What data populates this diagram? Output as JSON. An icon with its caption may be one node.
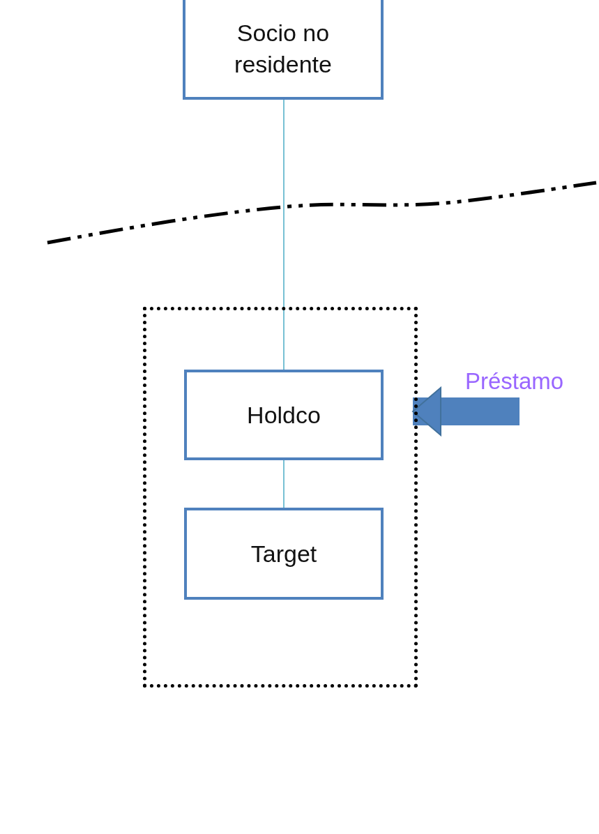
{
  "diagram": {
    "nodes": [
      {
        "text": [
          "Socio no residente"
        ]
      },
      {
        "text": [],
        "shape": "box"
      },
      {
        "text": [
          "Holdco"
        ],
        "in": 1
      },
      {
        "text": [
          "Target"
        ],
        "in": 1
      }
    ],
    "edges": [
      {
        "from": 0,
        "to": 2,
        "arrow": "none"
      },
      {
        "from": 2,
        "to": 3,
        "arrow": "none"
      },
      {
        "from": null,
        "to": 2,
        "arrow": "to",
        "label": "Préstamo",
        "style": "thick",
        "color": "#4f81bd"
      }
    ]
  }
}
